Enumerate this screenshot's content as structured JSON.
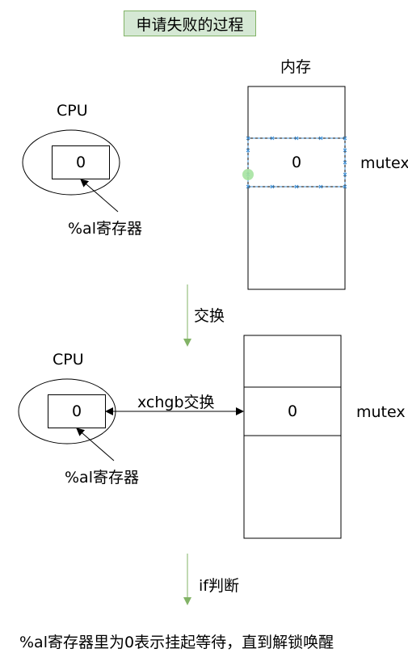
{
  "title": "申请失败的过程",
  "top": {
    "cpu_label": "CPU",
    "register_value": "0",
    "register_label": "%al寄存器",
    "memory_label": "内存",
    "mutex_value": "0",
    "mutex_label": "mutex"
  },
  "step1": {
    "label": "交换"
  },
  "bottom": {
    "cpu_label": "CPU",
    "register_value": "0",
    "register_label": "%al寄存器",
    "exchange_label": "xchgb交换",
    "mutex_value": "0",
    "mutex_label": "mutex"
  },
  "step2": {
    "label": "if判断"
  },
  "conclusion": "%al寄存器里为0表示挂起等待，直到解锁唤醒",
  "colors": {
    "title_fill": "#d5e8d4",
    "title_stroke": "#82b366",
    "step_arrow": "#82b366",
    "selection": "#3d8fd6"
  }
}
